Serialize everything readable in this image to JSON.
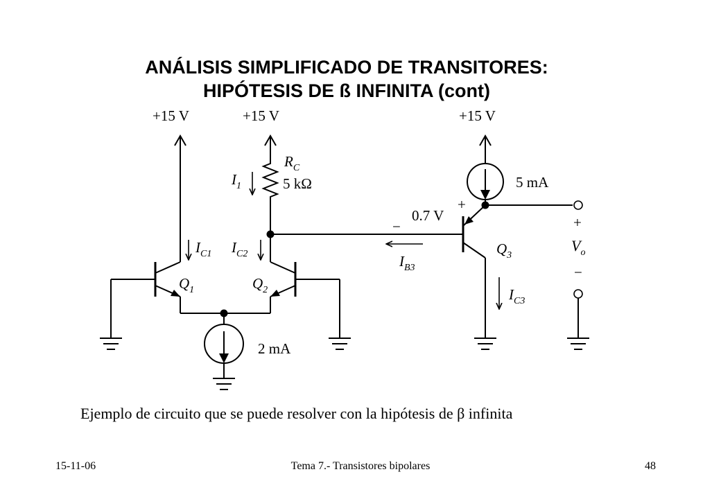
{
  "slide": {
    "title_line1": "ANÁLISIS SIMPLIFICADO  DE  TRANSITORES:",
    "title_line2": "HIPÓTESIS  DE ß INFINITA  (cont)",
    "caption": "Ejemplo de circuito que se puede resolver con la hipótesis de β infinita",
    "footer": {
      "date": "15-11-06",
      "topic": "Tema 7.- Transistores bipolares",
      "page": "48"
    }
  },
  "circuit": {
    "supply": "+15 V",
    "rc_label": "R",
    "rc_sub": "C",
    "rc_value": "5 kΩ",
    "i1": "I",
    "i1_sub": "1",
    "ic1": "I",
    "ic1_sub": "C1",
    "ic2": "I",
    "ic2_sub": "C2",
    "q1": "Q",
    "q1_sub": "1",
    "q2": "Q",
    "q2_sub": "2",
    "q3": "Q",
    "q3_sub": "3",
    "tail_current": "2 mA",
    "source3_current": "5 mA",
    "veb": "0.7 V",
    "veb_plus": "+",
    "veb_minus": "−",
    "ib3": "I",
    "ib3_sub": "B3",
    "ic3": "I",
    "ic3_sub": "C3",
    "vo": "V",
    "vo_sub": "o",
    "vo_plus": "+",
    "vo_minus": "−"
  }
}
